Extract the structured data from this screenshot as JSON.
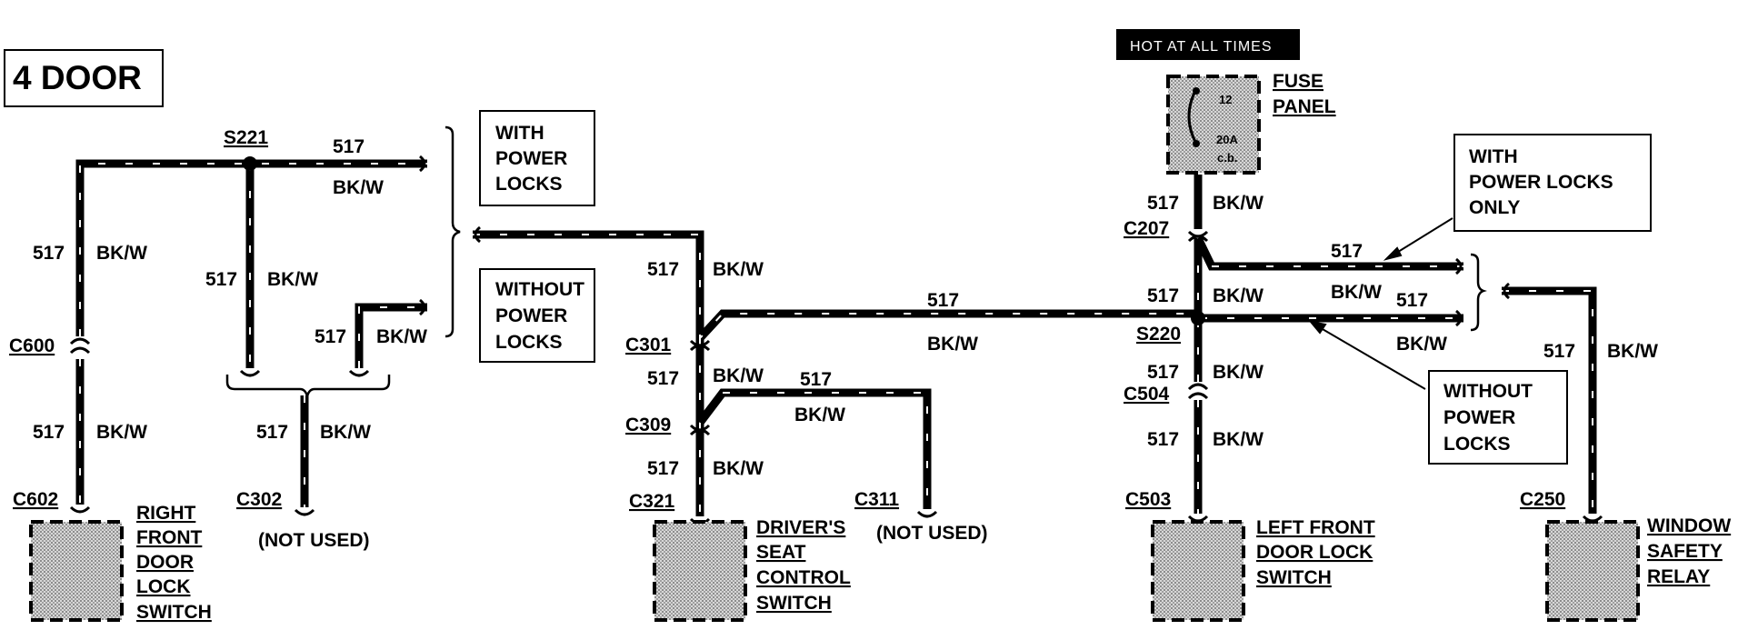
{
  "title": "4 DOOR",
  "hot_label": "HOT AT ALL TIMES",
  "fuse_panel": {
    "label_line1": "FUSE",
    "label_line2": "PANEL",
    "fuse_number": "12",
    "fuse_rating_line1": "20A",
    "fuse_rating_line2": "c.b."
  },
  "wire": {
    "circuit": "517",
    "color": "BK/W"
  },
  "connectors": {
    "s221": "S221",
    "c600": "C600",
    "c602": "C602",
    "c302": "C302",
    "c301": "C301",
    "c309": "C309",
    "c321": "C321",
    "c311": "C311",
    "c207": "C207",
    "s220": "S220",
    "c504": "C504",
    "c503": "C503",
    "c250": "C250"
  },
  "not_used": "(NOT USED)",
  "notes": {
    "with_power_locks": [
      "WITH",
      "POWER",
      "LOCKS"
    ],
    "without_power_locks_left": [
      "WITHOUT",
      "POWER",
      "LOCKS"
    ],
    "with_power_locks_only": [
      "WITH",
      "POWER LOCKS",
      "ONLY"
    ],
    "without_power_locks_right": [
      "WITHOUT",
      "POWER",
      "LOCKS"
    ]
  },
  "components": {
    "right_front_door_lock_switch": [
      "RIGHT",
      "FRONT",
      "DOOR",
      "LOCK",
      "SWITCH"
    ],
    "drivers_seat_control_switch": [
      "DRIVER'S",
      "SEAT",
      "CONTROL",
      "SWITCH"
    ],
    "left_front_door_lock_switch": [
      "LEFT FRONT",
      "DOOR LOCK",
      "SWITCH"
    ],
    "window_safety_relay": [
      "WINDOW",
      "SAFETY",
      "RELAY"
    ]
  }
}
